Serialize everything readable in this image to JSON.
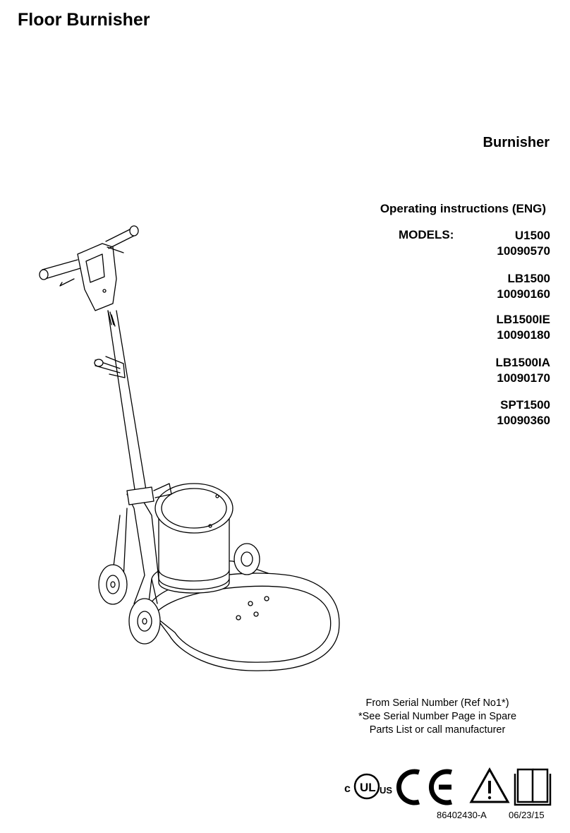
{
  "header": {
    "title": "Floor Burnisher"
  },
  "product": {
    "subtitle": "Burnisher"
  },
  "instructions": {
    "label": "Operating instructions (ENG)"
  },
  "models": {
    "label": "MODELS:",
    "items": [
      {
        "name": "U1500",
        "part": "10090570"
      },
      {
        "name": "LB1500",
        "part": "10090160"
      },
      {
        "name": "LB1500IE",
        "part": "10090180"
      },
      {
        "name": "LB1500IA",
        "part": "10090170"
      },
      {
        "name": "SPT1500",
        "part": "10090360"
      }
    ]
  },
  "serial_note": {
    "line1": "From Serial Number (Ref No1*)",
    "line2": "*See Serial Number Page in Spare",
    "line3": "Parts List or call manufacturer"
  },
  "certifications": {
    "ul_left": "c",
    "ul_mark": "UL",
    "ul_right": "US",
    "ce_mark": "CE",
    "icons": [
      "ul-listed-icon",
      "ce-mark-icon",
      "warning-triangle-icon",
      "manual-book-icon"
    ]
  },
  "footer": {
    "doc_code": "86402430-A",
    "date": "06/23/15"
  }
}
